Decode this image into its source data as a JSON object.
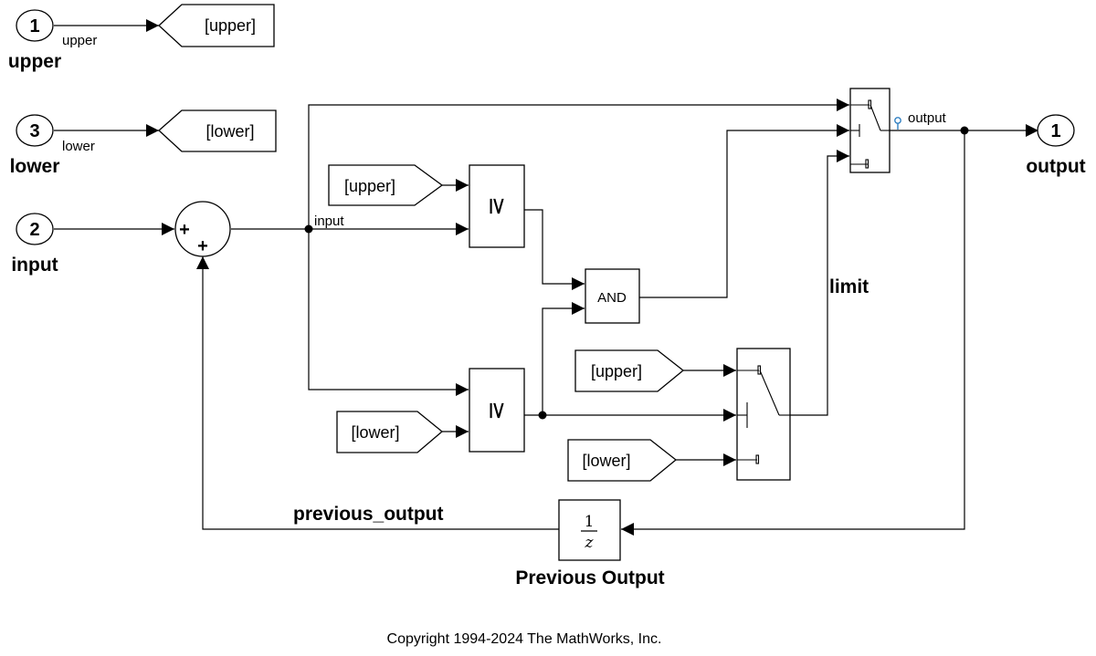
{
  "ports": {
    "upper": {
      "number": "1",
      "name": "upper",
      "signal": "upper"
    },
    "lower": {
      "number": "3",
      "name": "lower",
      "signal": "lower"
    },
    "input": {
      "number": "2",
      "name": "input"
    },
    "output": {
      "number": "1",
      "name": "output"
    }
  },
  "goto_tags": {
    "upper": "[upper]",
    "lower": "[lower]"
  },
  "from_tags": {
    "upper_compare": "[upper]",
    "lower_compare": "[lower]",
    "upper_switch": "[upper]",
    "lower_switch": "[lower]"
  },
  "sum": {
    "sign1": "+",
    "sign2": "+"
  },
  "relational": {
    "upper_op": "≥",
    "lower_op": "≥"
  },
  "logic": {
    "op": "AND"
  },
  "signals": {
    "input": "input",
    "output": "output",
    "limit": "limit",
    "previous_output": "previous_output"
  },
  "delay": {
    "numerator": "1",
    "denominator": "z",
    "name": "Previous Output"
  },
  "footer": {
    "copyright": "Copyright 1994-2024 The MathWorks, Inc."
  }
}
